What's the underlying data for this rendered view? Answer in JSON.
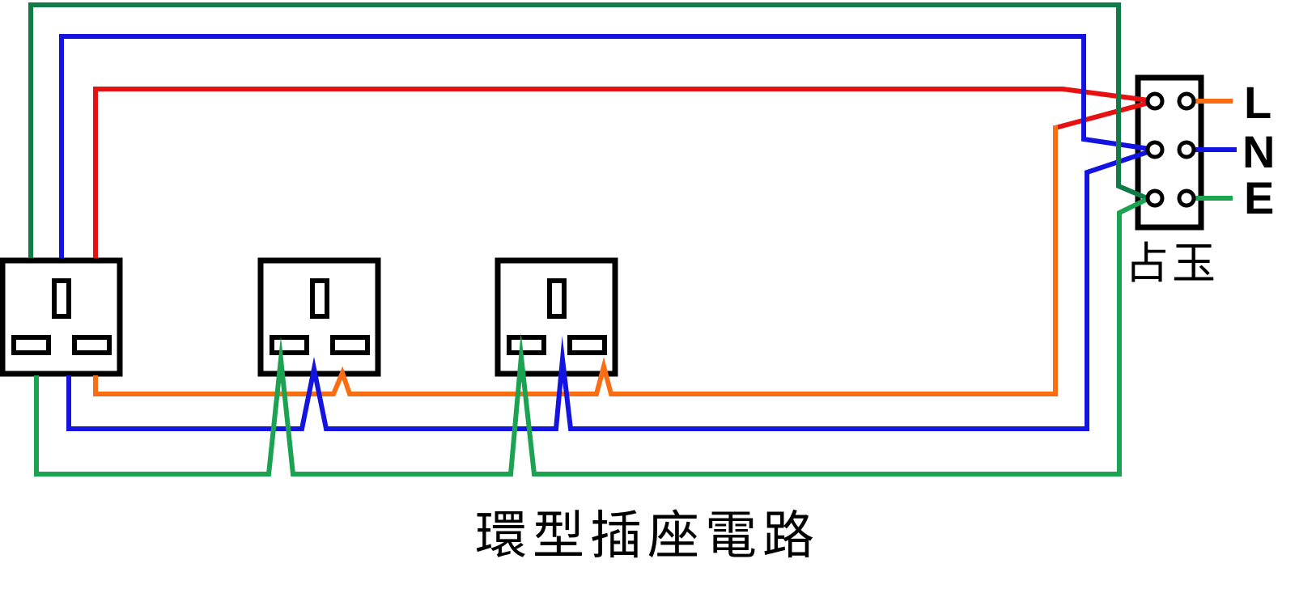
{
  "diagram": {
    "title": "環型插座電路",
    "terminal_block": {
      "caption": "占玉",
      "labels": {
        "live": "L",
        "neutral": "N",
        "earth": "E"
      }
    },
    "sockets": {
      "count": 3
    },
    "colors": {
      "live_feed": "#E61212",
      "live_return": "#FB6D12",
      "neutral": "#1414E0",
      "earth_feed": "#0F7B46",
      "earth_return": "#1BA351",
      "outline": "#000000"
    }
  }
}
